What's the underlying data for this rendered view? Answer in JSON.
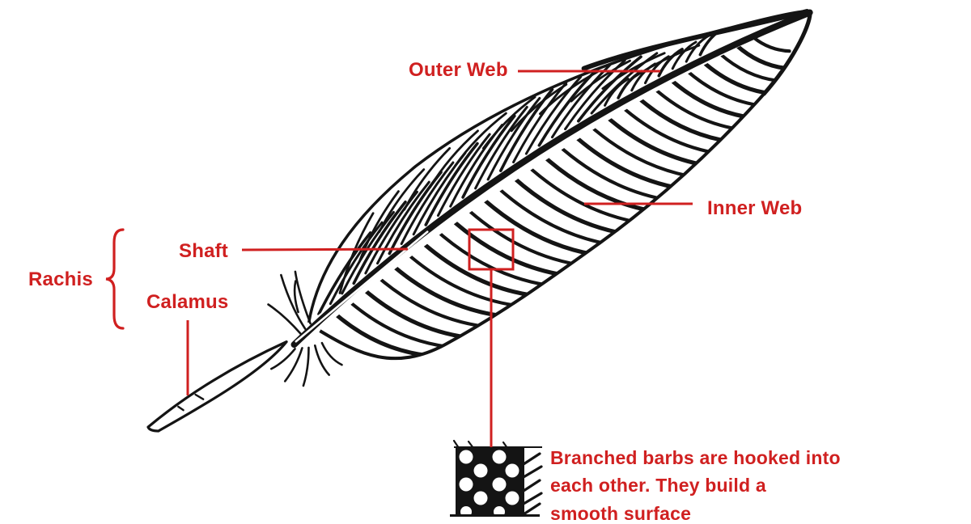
{
  "labels": {
    "outer_web": "Outer Web",
    "inner_web": "Inner Web",
    "shaft": "Shaft",
    "rachis": "Rachis",
    "calamus": "Calamus"
  },
  "callout": {
    "lines": [
      "Branched barbs are hooked into",
      "each other. They build a",
      "smooth surface"
    ]
  },
  "colors": {
    "annotation_red": "#d02020",
    "ink_black": "#141414",
    "background": "#ffffff"
  }
}
